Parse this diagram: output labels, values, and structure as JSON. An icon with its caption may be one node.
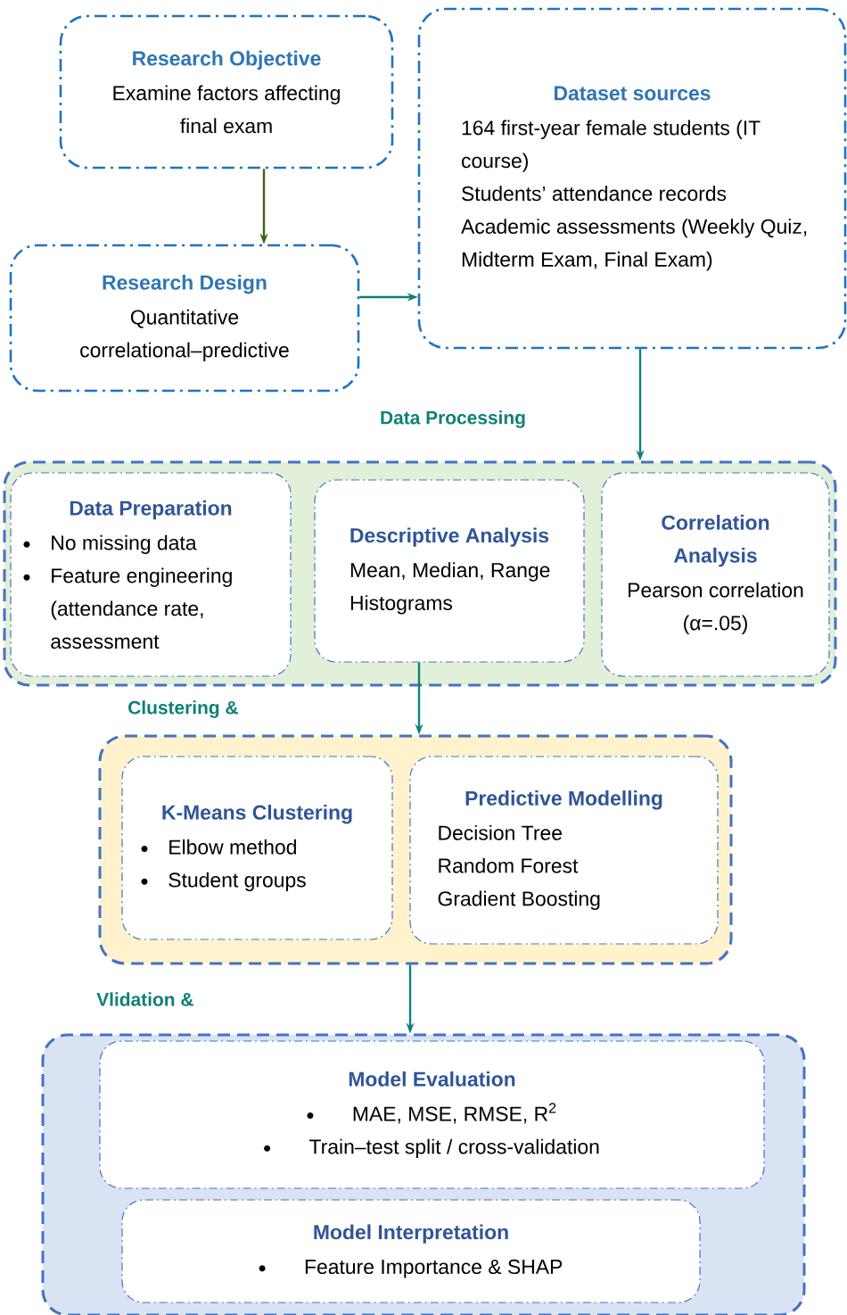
{
  "diagram": {
    "nodes": [
      {
        "text": [
          "Research Objective",
          "Examine factors affecting final exam"
        ]
      },
      {
        "text": [
          "Dataset sources",
          "164 first-year female students (IT course)",
          "Students’ attendance records",
          "Academic assessments (Weekly Quiz, Midterm Exam, Final Exam)"
        ]
      },
      {
        "text": [
          "Research Design",
          "Quantitative correlational–predictive"
        ]
      },
      {
        "text": [
          "Data Processing"
        ]
      },
      {
        "text": [
          "Data Preparation",
          "No missing data",
          "Feature engineering (attendance rate, assessment"
        ],
        "in": 3
      },
      {
        "text": [
          "Descriptive Analysis",
          "Mean, Median, Range",
          "Histograms"
        ],
        "in": 3
      },
      {
        "text": [
          "Correlation Analysis",
          "Pearson correlation (α=.05)"
        ],
        "in": 3
      },
      {
        "text": [
          "Clustering &"
        ]
      },
      {
        "text": [
          "K-Means Clustering",
          "Elbow method",
          "Student groups"
        ],
        "in": 7
      },
      {
        "text": [
          "Predictive Modelling",
          "Decision Tree",
          "Random Forest",
          "Gradient Boosting"
        ],
        "in": 7
      },
      {
        "text": [
          "Vlidation &"
        ]
      },
      {
        "text": [
          "Model Evaluation",
          "MAE, MSE, RMSE, R$^{2}$",
          "Train–test split / cross-validation"
        ],
        "in": 10
      },
      {
        "text": [
          "Model Interpretation",
          "Feature Importance & SHAP"
        ],
        "in": 10
      }
    ],
    "edges": [
      {
        "from": 0,
        "to": 2,
        "arrow": "to",
        "color": "#3f5f1f"
      },
      {
        "from": 2,
        "to": 1,
        "arrow": "to"
      },
      {
        "from": 1,
        "to": 3,
        "arrow": "to"
      },
      {
        "from": 5,
        "to": 7,
        "arrow": "to"
      },
      {
        "from": 7,
        "to": 10,
        "arrow": "to"
      }
    ]
  }
}
